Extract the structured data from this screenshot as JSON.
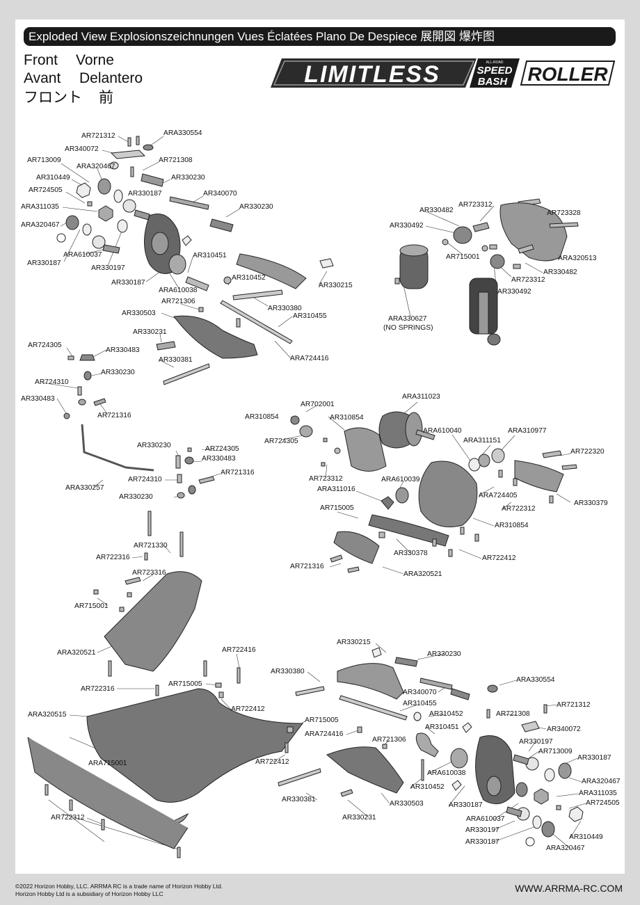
{
  "title_bar": "Exploded View  Explosionszeichnungen  Vues Éclatées  Plano De Despiece 展開図 爆炸图",
  "section": {
    "row1": [
      "Front",
      "Vorne"
    ],
    "row2": [
      "Avant",
      "Delantero"
    ],
    "row3": [
      "フロント",
      "前"
    ]
  },
  "logos": {
    "limitless": "LIMITLESS",
    "speed_small": "ALL-ROAD",
    "speed": "SPEED",
    "bash": "BASH",
    "roller": "ROLLER"
  },
  "labels": [
    {
      "id": "l1",
      "text": "AR721312"
    },
    {
      "id": "l2",
      "text": "ARA330554"
    },
    {
      "id": "l3",
      "text": "AR340072"
    },
    {
      "id": "l4",
      "text": "AR713009"
    },
    {
      "id": "l5",
      "text": "ARA320467"
    },
    {
      "id": "l6",
      "text": "AR721308"
    },
    {
      "id": "l7",
      "text": "AR310449"
    },
    {
      "id": "l8",
      "text": "AR330230"
    },
    {
      "id": "l9",
      "text": "AR724505"
    },
    {
      "id": "l10",
      "text": "AR330187"
    },
    {
      "id": "l11",
      "text": "AR340070"
    },
    {
      "id": "l12",
      "text": "ARA311035"
    },
    {
      "id": "l13",
      "text": "AR330230"
    },
    {
      "id": "l14",
      "text": "ARA320467"
    },
    {
      "id": "l15",
      "text": "ARA610037"
    },
    {
      "id": "l16",
      "text": "AR330187"
    },
    {
      "id": "l17",
      "text": "AR330197"
    },
    {
      "id": "l18",
      "text": "AR310451"
    },
    {
      "id": "l19",
      "text": "AR330187"
    },
    {
      "id": "l20",
      "text": "AR310452"
    },
    {
      "id": "l21",
      "text": "ARA610038"
    },
    {
      "id": "l22",
      "text": "AR330215"
    },
    {
      "id": "l23",
      "text": "AR721306"
    },
    {
      "id": "l24",
      "text": "AR330380"
    },
    {
      "id": "l25",
      "text": "AR330503"
    },
    {
      "id": "l26",
      "text": "AR310455"
    },
    {
      "id": "l27",
      "text": "AR330231"
    },
    {
      "id": "l28",
      "text": "AR724305"
    },
    {
      "id": "l29",
      "text": "AR330483"
    },
    {
      "id": "l30",
      "text": "ARA724416"
    },
    {
      "id": "l31",
      "text": "AR330381"
    },
    {
      "id": "l32",
      "text": "AR330230"
    },
    {
      "id": "l33",
      "text": "AR724310"
    },
    {
      "id": "l34",
      "text": "AR330483"
    },
    {
      "id": "l35",
      "text": "AR721316"
    },
    {
      "id": "l36",
      "text": "AR723312"
    },
    {
      "id": "l37",
      "text": "AR330482"
    },
    {
      "id": "l38",
      "text": "AR723328"
    },
    {
      "id": "l39",
      "text": "AR330492"
    },
    {
      "id": "l40",
      "text": "AR715001"
    },
    {
      "id": "l41",
      "text": "ARA320513"
    },
    {
      "id": "l42",
      "text": "AR723312"
    },
    {
      "id": "l43",
      "text": "AR330482"
    },
    {
      "id": "l44",
      "text": "AR330492"
    },
    {
      "id": "l45",
      "text": "ARA330627"
    },
    {
      "id": "l46",
      "text": "(NO SPRINGS)"
    },
    {
      "id": "l47",
      "text": "ARA311023"
    },
    {
      "id": "l48",
      "text": "AR702001"
    },
    {
      "id": "l49",
      "text": "AR310854"
    },
    {
      "id": "l50",
      "text": "AR310854"
    },
    {
      "id": "l51",
      "text": "AR724305"
    },
    {
      "id": "l52",
      "text": "ARA610040"
    },
    {
      "id": "l53",
      "text": "ARA310977"
    },
    {
      "id": "l54",
      "text": "ARA311151"
    },
    {
      "id": "l55",
      "text": "AR722320"
    },
    {
      "id": "l56",
      "text": "AR330230"
    },
    {
      "id": "l57",
      "text": "AR724305"
    },
    {
      "id": "l58",
      "text": "AR330483"
    },
    {
      "id": "l59",
      "text": "AR721316"
    },
    {
      "id": "l60",
      "text": "AR723312"
    },
    {
      "id": "l61",
      "text": "ARA610039"
    },
    {
      "id": "l62",
      "text": "ARA330257"
    },
    {
      "id": "l63",
      "text": "AR724310"
    },
    {
      "id": "l64",
      "text": "ARA311016"
    },
    {
      "id": "l65",
      "text": "ARA724405"
    },
    {
      "id": "l66",
      "text": "AR330379"
    },
    {
      "id": "l67",
      "text": "AR330230"
    },
    {
      "id": "l68",
      "text": "AR722312"
    },
    {
      "id": "l69",
      "text": "AR715005"
    },
    {
      "id": "l70",
      "text": "AR310854"
    },
    {
      "id": "l71",
      "text": "AR721330"
    },
    {
      "id": "l72",
      "text": "AR722316"
    },
    {
      "id": "l73",
      "text": "AR330378"
    },
    {
      "id": "l74",
      "text": "AR722412"
    },
    {
      "id": "l75",
      "text": "AR721316"
    },
    {
      "id": "l76",
      "text": "ARA320521"
    },
    {
      "id": "l77",
      "text": "AR723316"
    },
    {
      "id": "l78",
      "text": "AR715001"
    },
    {
      "id": "l79",
      "text": "ARA320521"
    },
    {
      "id": "l80",
      "text": "AR330215"
    },
    {
      "id": "l81",
      "text": "AR330230"
    },
    {
      "id": "l82",
      "text": "AR722416"
    },
    {
      "id": "l83",
      "text": "AR330380"
    },
    {
      "id": "l84",
      "text": "ARA330554"
    },
    {
      "id": "l85",
      "text": "AR722316"
    },
    {
      "id": "l86",
      "text": "AR715005"
    },
    {
      "id": "l87",
      "text": "AR340070"
    },
    {
      "id": "l88",
      "text": "AR721312"
    },
    {
      "id": "l89",
      "text": "ARA320515"
    },
    {
      "id": "l90",
      "text": "AR722412"
    },
    {
      "id": "l91",
      "text": "AR310455"
    },
    {
      "id": "l92",
      "text": "AR310452"
    },
    {
      "id": "l93",
      "text": "AR721308"
    },
    {
      "id": "l94",
      "text": "AR715005"
    },
    {
      "id": "l95",
      "text": "AR340072"
    },
    {
      "id": "l96",
      "text": "AR310451"
    },
    {
      "id": "l97",
      "text": "ARA724416"
    },
    {
      "id": "l98",
      "text": "AR721306"
    },
    {
      "id": "l99",
      "text": "AR330197"
    },
    {
      "id": "l100",
      "text": "AR713009"
    },
    {
      "id": "l101",
      "text": "AR330187"
    },
    {
      "id": "l102",
      "text": "ARA715001"
    },
    {
      "id": "l103",
      "text": "AR722412"
    },
    {
      "id": "l104",
      "text": "ARA610038"
    },
    {
      "id": "l105",
      "text": "ARA320467"
    },
    {
      "id": "l106",
      "text": "ARA311035"
    },
    {
      "id": "l107",
      "text": "AR310452"
    },
    {
      "id": "l108",
      "text": "AR724505"
    },
    {
      "id": "l109",
      "text": "AR330381"
    },
    {
      "id": "l110",
      "text": "AR330503"
    },
    {
      "id": "l111",
      "text": "AR330187"
    },
    {
      "id": "l112",
      "text": "ARA610037"
    },
    {
      "id": "l113",
      "text": "AR722312"
    },
    {
      "id": "l114",
      "text": "AR330231"
    },
    {
      "id": "l115",
      "text": "AR330197"
    },
    {
      "id": "l116",
      "text": "AR310449"
    },
    {
      "id": "l117",
      "text": "AR330187"
    },
    {
      "id": "l118",
      "text": "ARA320467"
    }
  ],
  "footer": {
    "line1": "©2022 Horizon Hobby, LLC. ARRMA RC is a trade name of Horizon Hobby Ltd.",
    "line2": "Horizon Hobby Ltd is a subsidiary of Horizon Hobby LLC",
    "url": "WWW.ARRMA-RC.COM"
  }
}
